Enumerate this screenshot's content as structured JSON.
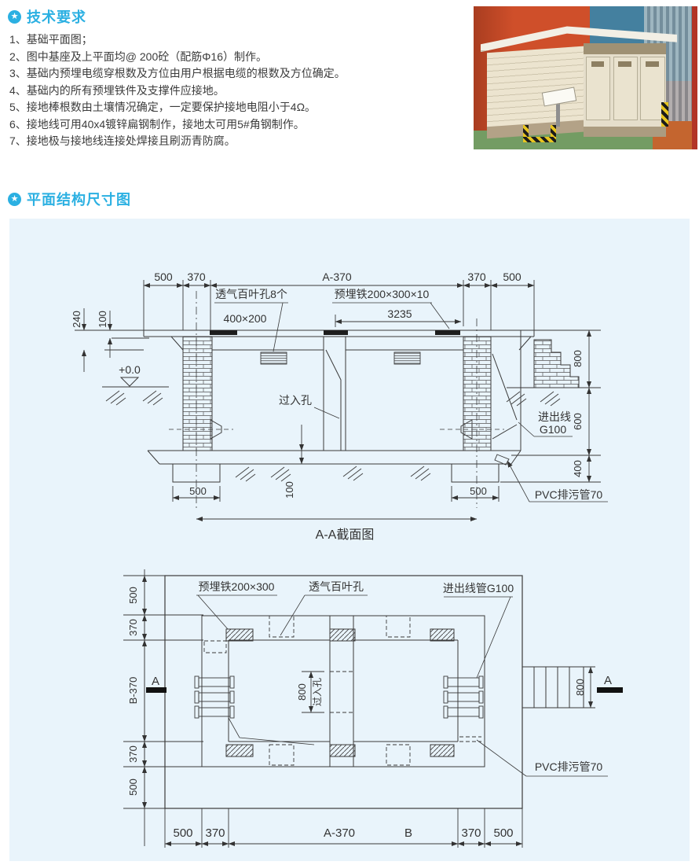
{
  "accent_color": "#2bb0e2",
  "panel_bg": "#e9f4fb",
  "icons": {
    "bullet_icon": "★"
  },
  "tech_requirements": {
    "title": "技术要求",
    "items": [
      "1、基础平面图；",
      "2、图中基座及上平面均@ 200砼（配筋Φ16）制作。",
      "3、基础内预埋电缆穿根数及方位由用户根据电缆的根数及方位确定。",
      "4、基础内的所有预埋铁件及支撑件应接地。",
      "5、接地棒根数由土壤情况确定，一定要保护接地电阻小于4Ω。",
      "6、接地线可用40x4镀锌扁钢制作，接地太可用5#角钢制作。",
      "7、接地极与接地线连接处焊接且刷沥青防腐。"
    ]
  },
  "plan_section": {
    "title": "平面结构尺寸图"
  },
  "sec": {
    "top": [
      "500",
      "370",
      "A-370",
      "370",
      "500"
    ],
    "left_240": "240",
    "left_100": "100",
    "level": "+0.0",
    "louver8": "透气百叶孔8个",
    "plate": "400×200",
    "embed": "预埋铁200×300×10",
    "d3235": "3235",
    "manhole": "过入孔",
    "inout1": "进出线",
    "inout2": "G100",
    "r800": "800",
    "r600": "600",
    "r400": "400",
    "pvc": "PVC排污管70",
    "foot_l": "500",
    "foot_r": "500",
    "slab100": "100",
    "caption": "A-A截面图"
  },
  "plan": {
    "left": [
      "500",
      "370",
      "B-370",
      "370",
      "500"
    ],
    "bottom": [
      "500",
      "370",
      "A-370",
      "B",
      "370",
      "500"
    ],
    "embed": "预埋铁200×300",
    "louver": "透气百叶孔",
    "conduit": "进出线管G100",
    "c800": "800",
    "manhole": "过入孔",
    "r800": "800",
    "a_left": "A",
    "a_right": "A",
    "pvc": "PVC排污管70"
  }
}
